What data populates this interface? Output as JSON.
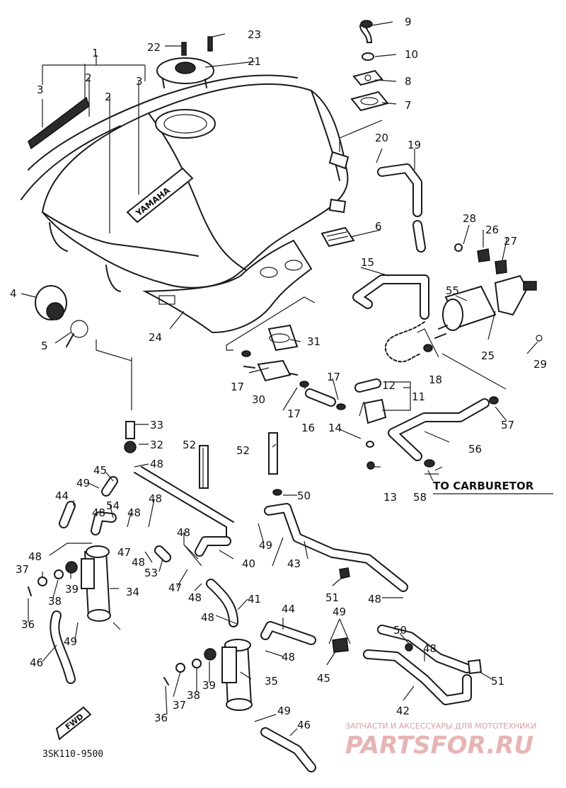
{
  "diagram": {
    "part_labels": [
      {
        "id": "1",
        "text": "1"
      },
      {
        "id": "2a",
        "text": "2"
      },
      {
        "id": "2b",
        "text": "2"
      },
      {
        "id": "3a",
        "text": "3"
      },
      {
        "id": "3b",
        "text": "3"
      },
      {
        "id": "4",
        "text": "4"
      },
      {
        "id": "5",
        "text": "5"
      },
      {
        "id": "6",
        "text": "6"
      },
      {
        "id": "7",
        "text": "7"
      },
      {
        "id": "8",
        "text": "8"
      },
      {
        "id": "9",
        "text": "9"
      },
      {
        "id": "10",
        "text": "10"
      },
      {
        "id": "11",
        "text": "11"
      },
      {
        "id": "12",
        "text": "12"
      },
      {
        "id": "13",
        "text": "13"
      },
      {
        "id": "14",
        "text": "14"
      },
      {
        "id": "15",
        "text": "15"
      },
      {
        "id": "16",
        "text": "16"
      },
      {
        "id": "17a",
        "text": "17"
      },
      {
        "id": "17b",
        "text": "17"
      },
      {
        "id": "17c",
        "text": "17"
      },
      {
        "id": "18",
        "text": "18"
      },
      {
        "id": "19",
        "text": "19"
      },
      {
        "id": "20",
        "text": "20"
      },
      {
        "id": "21",
        "text": "21"
      },
      {
        "id": "22",
        "text": "22"
      },
      {
        "id": "23",
        "text": "23"
      },
      {
        "id": "24",
        "text": "24"
      },
      {
        "id": "25",
        "text": "25"
      },
      {
        "id": "26",
        "text": "26"
      },
      {
        "id": "27",
        "text": "27"
      },
      {
        "id": "28",
        "text": "28"
      },
      {
        "id": "29",
        "text": "29"
      },
      {
        "id": "30",
        "text": "30"
      },
      {
        "id": "31",
        "text": "31"
      },
      {
        "id": "32",
        "text": "32"
      },
      {
        "id": "33",
        "text": "33"
      },
      {
        "id": "34",
        "text": "34"
      },
      {
        "id": "35",
        "text": "35"
      },
      {
        "id": "36a",
        "text": "36"
      },
      {
        "id": "36b",
        "text": "36"
      },
      {
        "id": "37a",
        "text": "37"
      },
      {
        "id": "37b",
        "text": "37"
      },
      {
        "id": "38a",
        "text": "38"
      },
      {
        "id": "38b",
        "text": "38"
      },
      {
        "id": "39a",
        "text": "39"
      },
      {
        "id": "39b",
        "text": "39"
      },
      {
        "id": "40",
        "text": "40"
      },
      {
        "id": "41",
        "text": "41"
      },
      {
        "id": "42",
        "text": "42"
      },
      {
        "id": "43",
        "text": "43"
      },
      {
        "id": "44a",
        "text": "44"
      },
      {
        "id": "44b",
        "text": "44"
      },
      {
        "id": "45a",
        "text": "45"
      },
      {
        "id": "45b",
        "text": "45"
      },
      {
        "id": "46a",
        "text": "46"
      },
      {
        "id": "46b",
        "text": "46"
      },
      {
        "id": "47a",
        "text": "47"
      },
      {
        "id": "47b",
        "text": "47"
      },
      {
        "id": "48a",
        "text": "48"
      },
      {
        "id": "48b",
        "text": "48"
      },
      {
        "id": "48c",
        "text": "48"
      },
      {
        "id": "48d",
        "text": "48"
      },
      {
        "id": "48e",
        "text": "48"
      },
      {
        "id": "48f",
        "text": "48"
      },
      {
        "id": "48g",
        "text": "48"
      },
      {
        "id": "48h",
        "text": "48"
      },
      {
        "id": "48i",
        "text": "48"
      },
      {
        "id": "48j",
        "text": "48"
      },
      {
        "id": "48k",
        "text": "48"
      },
      {
        "id": "48l",
        "text": "48"
      },
      {
        "id": "49a",
        "text": "49"
      },
      {
        "id": "49b",
        "text": "49"
      },
      {
        "id": "49c",
        "text": "49"
      },
      {
        "id": "49d",
        "text": "49"
      },
      {
        "id": "49e",
        "text": "49"
      },
      {
        "id": "50a",
        "text": "50"
      },
      {
        "id": "50b",
        "text": "50"
      },
      {
        "id": "51a",
        "text": "51"
      },
      {
        "id": "51b",
        "text": "51"
      },
      {
        "id": "52a",
        "text": "52"
      },
      {
        "id": "52b",
        "text": "52"
      },
      {
        "id": "53",
        "text": "53"
      },
      {
        "id": "54",
        "text": "54"
      },
      {
        "id": "55",
        "text": "55"
      },
      {
        "id": "56",
        "text": "56"
      },
      {
        "id": "57",
        "text": "57"
      },
      {
        "id": "58",
        "text": "58"
      }
    ],
    "tank_logo": "YAMAHA",
    "carburetor_note": "TO CARBURETOR",
    "fwd_label": "FWD",
    "diagram_code": "3SK110-9500",
    "watermark_tagline": "ЗАПЧАСТИ И АКСЕССУАРЫ ДЛЯ МОТОТЕХНИКИ",
    "watermark_brand": "PARTSFOR.RU"
  },
  "colors": {
    "line": "#1a1a1a",
    "paper": "#ffffff",
    "watermark": "#e7b4b4"
  }
}
